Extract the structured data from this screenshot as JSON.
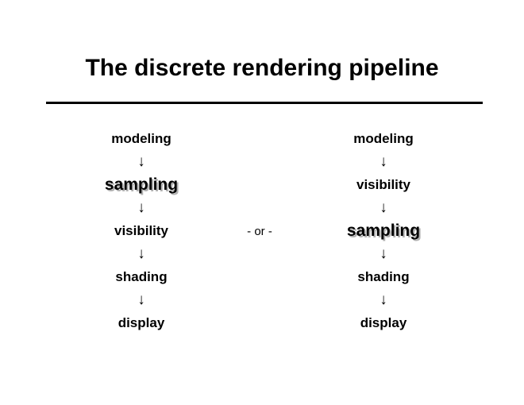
{
  "slide": {
    "title": "The discrete rendering pipeline",
    "connector_label": "- or -",
    "arrow_glyph": "↓",
    "columns": [
      {
        "name": "left-pipeline",
        "stages": [
          {
            "label": "modeling",
            "emphasis": false
          },
          {
            "label": "sampling",
            "emphasis": true
          },
          {
            "label": "visibility",
            "emphasis": false
          },
          {
            "label": "shading",
            "emphasis": false
          },
          {
            "label": "display",
            "emphasis": false
          }
        ]
      },
      {
        "name": "right-pipeline",
        "stages": [
          {
            "label": "modeling",
            "emphasis": false
          },
          {
            "label": "visibility",
            "emphasis": false
          },
          {
            "label": "sampling",
            "emphasis": true
          },
          {
            "label": "shading",
            "emphasis": false
          },
          {
            "label": "display",
            "emphasis": false
          }
        ]
      }
    ]
  },
  "colors": {
    "background": "#ffffff",
    "text": "#000000",
    "rule": "#000000",
    "emphasis_shadow": "#b0b0b0"
  }
}
